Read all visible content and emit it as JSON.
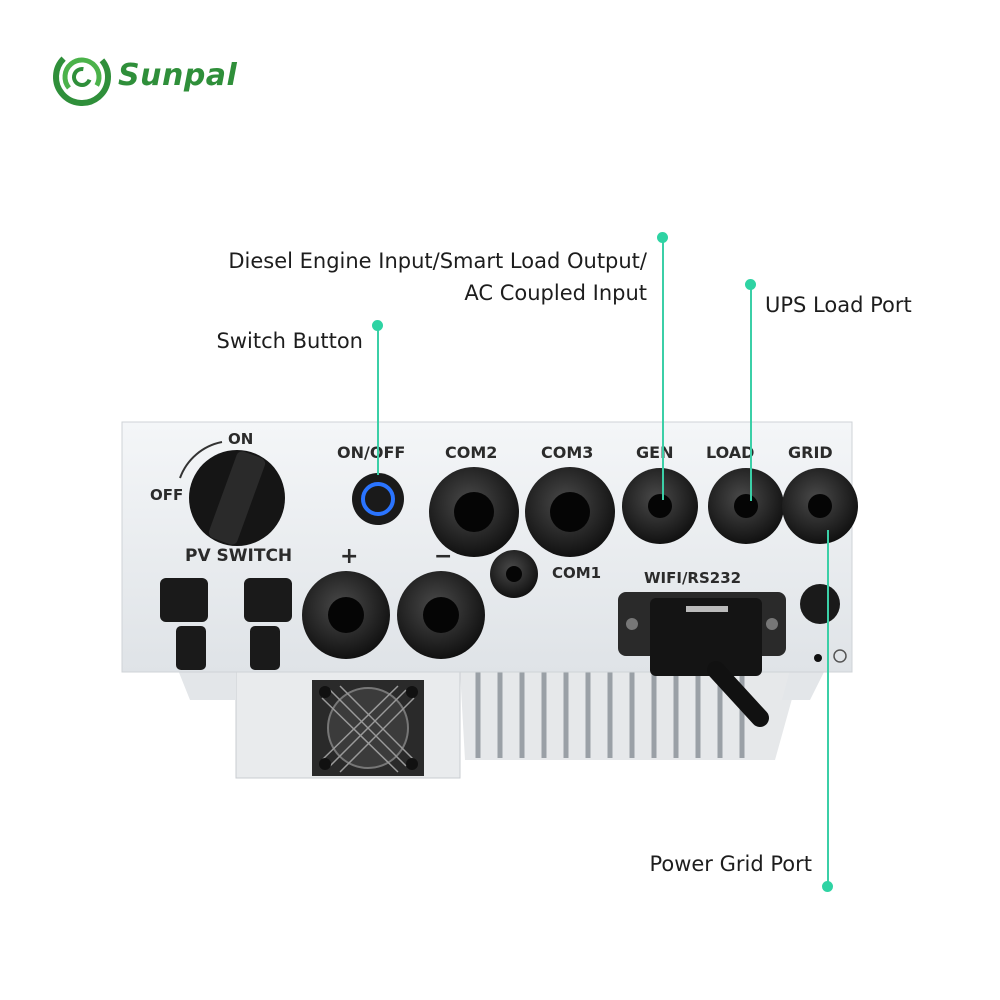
{
  "brand": {
    "name": "Sunpal",
    "color": "#2f8f3a"
  },
  "accent": "#2ed3a3",
  "callouts": {
    "diesel_line1": "Diesel Engine Input/Smart Load Output/",
    "diesel_line2": "AC Coupled Input",
    "ups": "UPS Load Port",
    "switch": "Switch Button",
    "grid": "Power Grid Port"
  },
  "panel_labels": {
    "on": "ON",
    "off": "OFF",
    "pv_switch": "PV SWITCH",
    "on_off": "ON/OFF",
    "com2": "COM2",
    "com3": "COM3",
    "gen": "GEN",
    "load": "LOAD",
    "grid": "GRID",
    "com1": "COM1",
    "wifi": "WIFI/RS232",
    "plus": "+",
    "minus": "−"
  }
}
